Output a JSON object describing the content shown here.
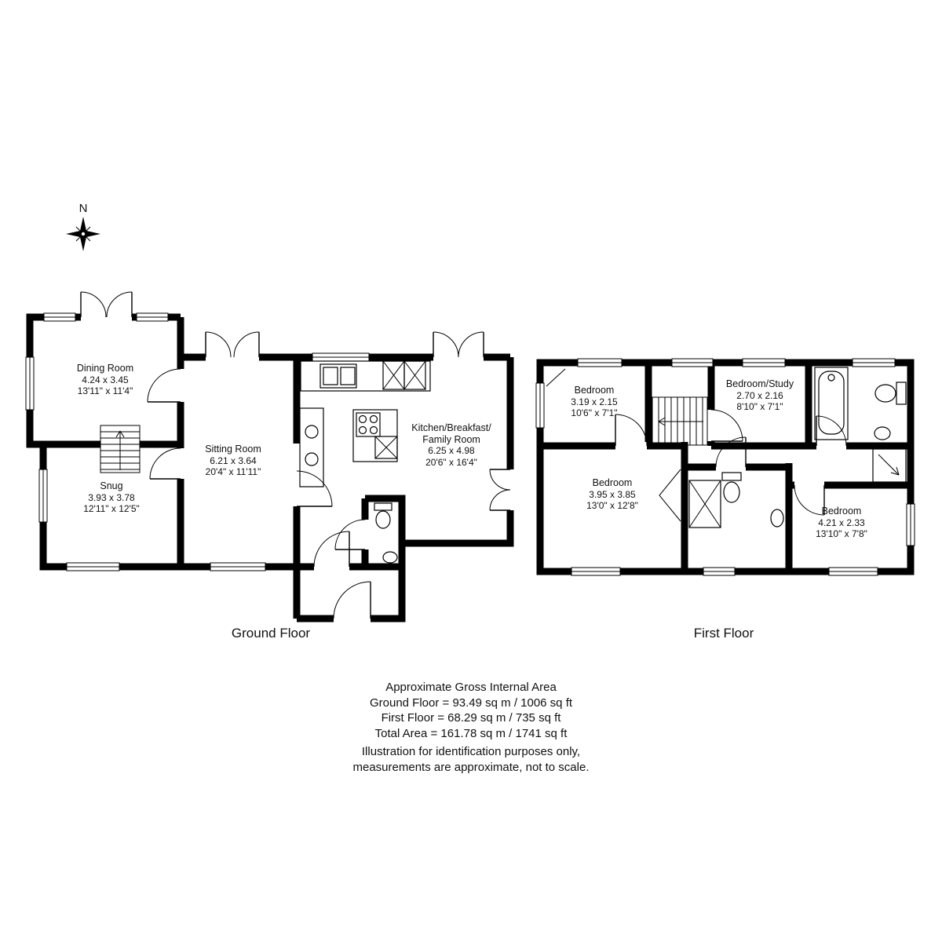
{
  "colors": {
    "ink": "#000000",
    "background": "#ffffff"
  },
  "compass": {
    "label": "N"
  },
  "ground_floor": {
    "caption": "Ground Floor",
    "rooms": {
      "dining": {
        "name": "Dining Room",
        "metric": "4.24 x 3.45",
        "imperial": "13'11\" x 11'4\""
      },
      "snug": {
        "name": "Snug",
        "metric": "3.93 x 3.78",
        "imperial": "12'11\" x 12'5\""
      },
      "sitting": {
        "name": "Sitting Room",
        "metric": "6.21 x 3.64",
        "imperial": "20'4\" x 11'11\""
      },
      "kitchen": {
        "name_line1": "Kitchen/Breakfast/",
        "name_line2": "Family Room",
        "metric": "6.25 x 4.98",
        "imperial": "20'6\" x 16'4\""
      }
    }
  },
  "first_floor": {
    "caption": "First Floor",
    "rooms": {
      "bedroom_top_left": {
        "name": "Bedroom",
        "metric": "3.19 x 2.15",
        "imperial": "10'6\" x 7'1\""
      },
      "bedroom_study": {
        "name": "Bedroom/Study",
        "metric": "2.70 x 2.16",
        "imperial": "8'10\" x 7'1\""
      },
      "bedroom_bottom_left": {
        "name": "Bedroom",
        "metric": "3.95 x 3.85",
        "imperial": "13'0\" x 12'8\""
      },
      "bedroom_bottom_right": {
        "name": "Bedroom",
        "metric": "4.21 x 2.33",
        "imperial": "13'10\" x 7'8\""
      }
    }
  },
  "summary": {
    "title": "Approximate Gross Internal Area",
    "ground_line": "Ground Floor = 93.49 sq m / 1006 sq ft",
    "first_line": "First Floor = 68.29 sq m / 735 sq ft",
    "total_line": "Total Area = 161.78 sq m / 1741 sq ft",
    "disclaimer_line1": "Illustration for identification purposes only,",
    "disclaimer_line2": "measurements are approximate, not to scale."
  }
}
